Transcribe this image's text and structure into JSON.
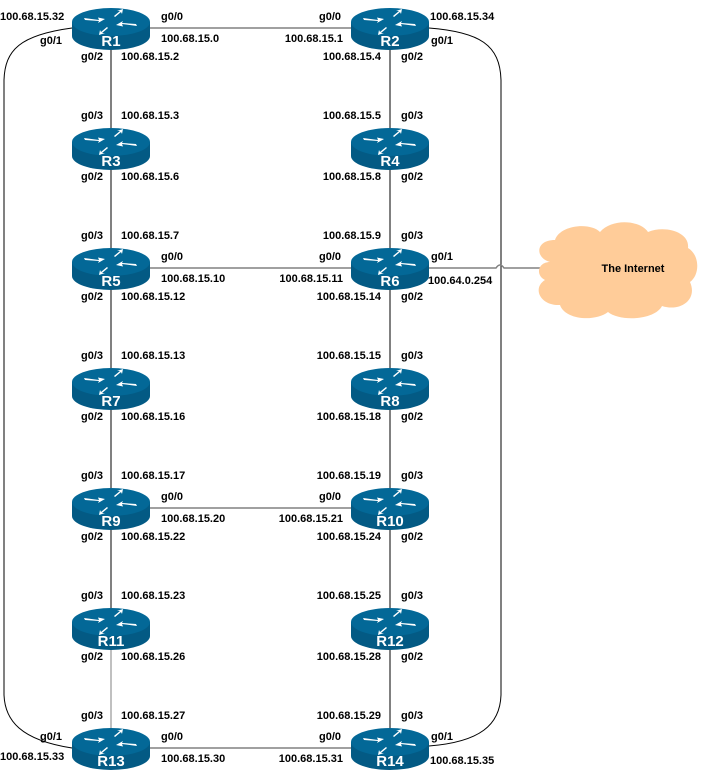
{
  "diagram": {
    "routers": [
      {
        "id": "R1",
        "label": "R1"
      },
      {
        "id": "R2",
        "label": "R2"
      },
      {
        "id": "R3",
        "label": "R3"
      },
      {
        "id": "R4",
        "label": "R4"
      },
      {
        "id": "R5",
        "label": "R5"
      },
      {
        "id": "R6",
        "label": "R6"
      },
      {
        "id": "R7",
        "label": "R7"
      },
      {
        "id": "R8",
        "label": "R8"
      },
      {
        "id": "R9",
        "label": "R9"
      },
      {
        "id": "R10",
        "label": "R10"
      },
      {
        "id": "R11",
        "label": "R11"
      },
      {
        "id": "R12",
        "label": "R12"
      },
      {
        "id": "R13",
        "label": "R13"
      },
      {
        "id": "R14",
        "label": "R14"
      }
    ],
    "cloud": {
      "label": "The Internet",
      "color": "#FFCC99"
    },
    "colors": {
      "router": "#036897",
      "router_side": "#035a84",
      "link_gray": "#808080",
      "link_black": "#000000"
    },
    "links": [
      {
        "from": "R1",
        "to": "R2",
        "from_if": "g0/0",
        "from_ip": "100.68.15.0",
        "to_if": "g0/0",
        "to_ip": "100.68.15.1"
      },
      {
        "from": "R1",
        "to": "R3",
        "from_if": "g0/2",
        "from_ip": "100.68.15.2",
        "to_if": "g0/3",
        "to_ip": "100.68.15.3"
      },
      {
        "from": "R2",
        "to": "R4",
        "from_if": "g0/2",
        "from_ip": "100.68.15.4",
        "to_if": "g0/3",
        "to_ip": "100.68.15.5"
      },
      {
        "from": "R3",
        "to": "R5",
        "from_if": "g0/2",
        "from_ip": "100.68.15.6",
        "to_if": "g0/3",
        "to_ip": "100.68.15.7"
      },
      {
        "from": "R4",
        "to": "R6",
        "from_if": "g0/2",
        "from_ip": "100.68.15.8",
        "to_if": "g0/3",
        "to_ip": "100.68.15.9"
      },
      {
        "from": "R5",
        "to": "R6",
        "from_if": "g0/0",
        "from_ip": "100.68.15.10",
        "to_if": "g0/0",
        "to_ip": "100.68.15.11"
      },
      {
        "from": "R5",
        "to": "R7",
        "from_if": "g0/2",
        "from_ip": "100.68.15.12",
        "to_if": "g0/3",
        "to_ip": "100.68.15.13"
      },
      {
        "from": "R6",
        "to": "R8",
        "from_if": "g0/2",
        "from_ip": "100.68.15.14",
        "to_if": "g0/3",
        "to_ip": "100.68.15.15"
      },
      {
        "from": "R7",
        "to": "R9",
        "from_if": "g0/2",
        "from_ip": "100.68.15.16",
        "to_if": "g0/3",
        "to_ip": "100.68.15.17"
      },
      {
        "from": "R8",
        "to": "R10",
        "from_if": "g0/2",
        "from_ip": "100.68.15.18",
        "to_if": "g0/3",
        "to_ip": "100.68.15.19"
      },
      {
        "from": "R9",
        "to": "R10",
        "from_if": "g0/0",
        "from_ip": "100.68.15.20",
        "to_if": "g0/0",
        "to_ip": "100.68.15.21"
      },
      {
        "from": "R9",
        "to": "R11",
        "from_if": "g0/2",
        "from_ip": "100.68.15.22",
        "to_if": "g0/3",
        "to_ip": "100.68.15.23"
      },
      {
        "from": "R10",
        "to": "R12",
        "from_if": "g0/2",
        "from_ip": "100.68.15.24",
        "to_if": "g0/3",
        "to_ip": "100.68.15.25"
      },
      {
        "from": "R11",
        "to": "R13",
        "from_if": "g0/2",
        "from_ip": "100.68.15.26",
        "to_if": "g0/3",
        "to_ip": "100.68.15.27"
      },
      {
        "from": "R12",
        "to": "R14",
        "from_if": "g0/2",
        "from_ip": "100.68.15.28",
        "to_if": "g0/3",
        "to_ip": "100.68.15.29"
      },
      {
        "from": "R13",
        "to": "R14",
        "from_if": "g0/0",
        "from_ip": "100.68.15.30",
        "to_if": "g0/0",
        "to_ip": "100.68.15.31"
      },
      {
        "from": "R1",
        "to": "R13",
        "from_if": "g0/1",
        "from_ip": "100.68.15.32",
        "to_if": "g0/1",
        "to_ip": "100.68.15.33"
      },
      {
        "from": "R2",
        "to": "R14",
        "from_if": "g0/1",
        "from_ip": "100.68.15.34",
        "to_if": "g0/1",
        "to_ip": "100.68.15.35"
      },
      {
        "from": "R6",
        "to": "Internet",
        "from_if": "g0/1",
        "from_ip": "100.64.0.254",
        "to_if": "",
        "to_ip": ""
      }
    ]
  }
}
